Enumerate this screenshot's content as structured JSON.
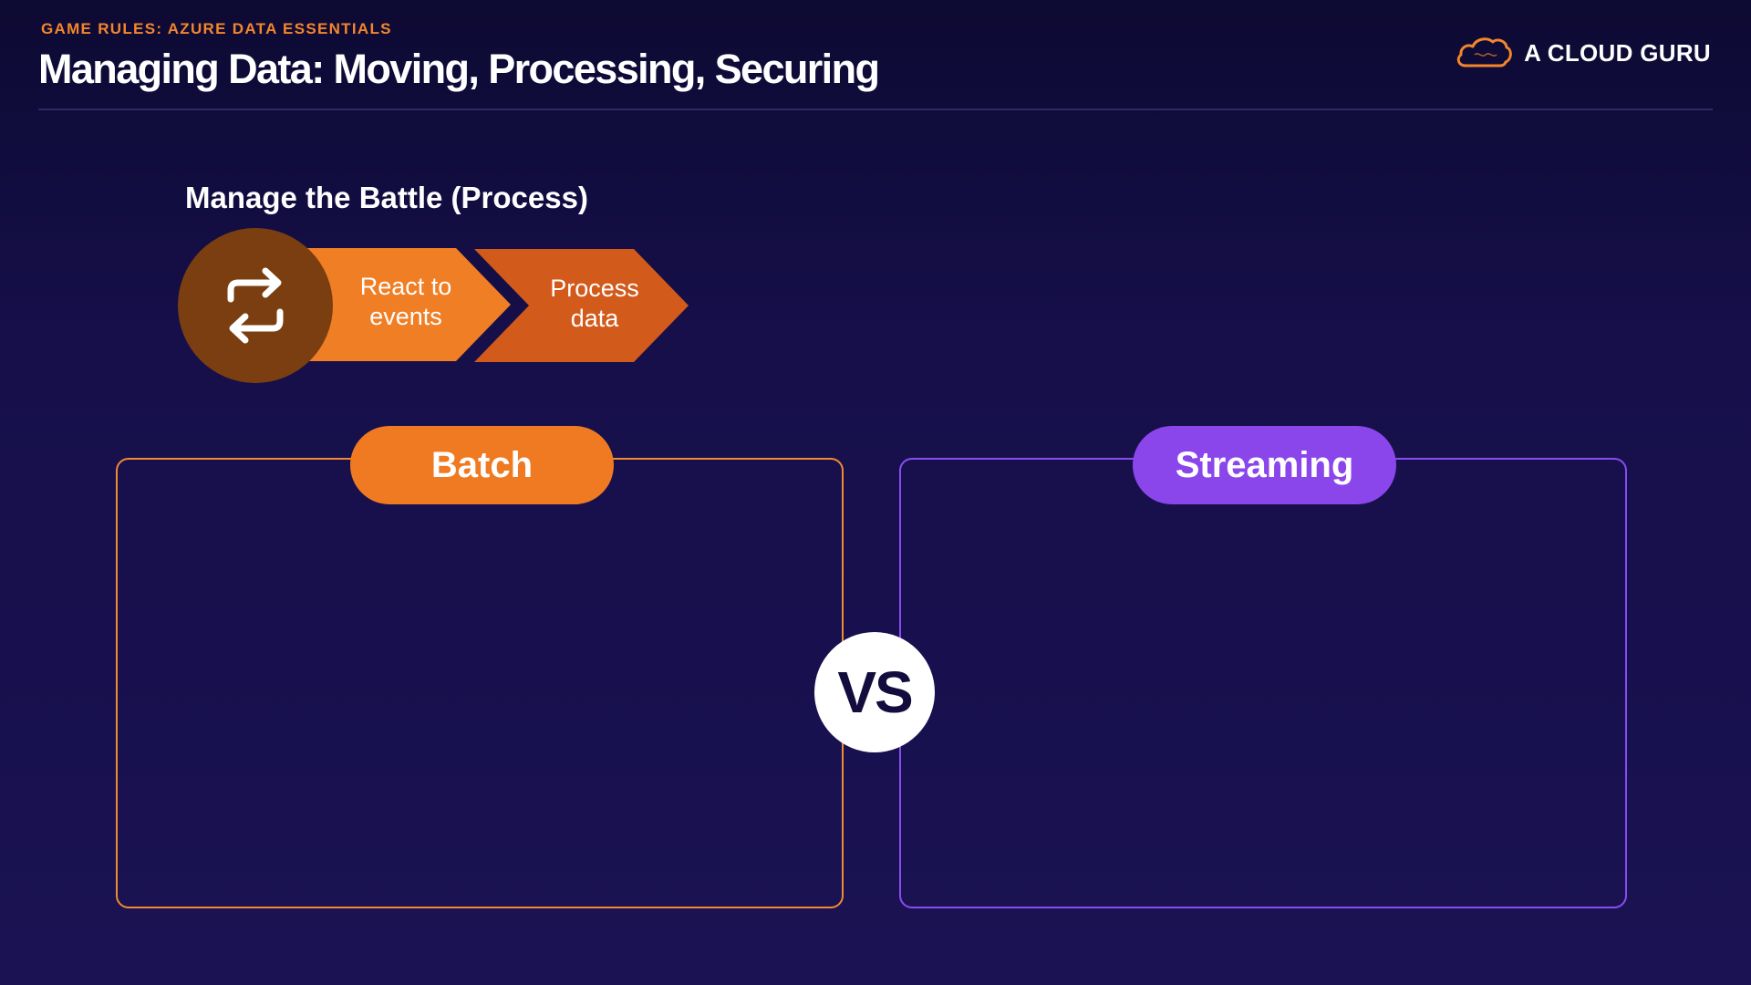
{
  "header": {
    "eyebrow": "GAME RULES: AZURE DATA ESSENTIALS",
    "title": "Managing Data: Moving, Processing, Securing",
    "brand_name": "A CLOUD GURU"
  },
  "process": {
    "heading": "Manage the Battle (Process)",
    "icon": "refresh-arrows-icon",
    "steps": [
      {
        "line1": "React to",
        "line2": "events"
      },
      {
        "line1": "Process",
        "line2": "data"
      }
    ]
  },
  "comparison": {
    "left_label": "Batch",
    "right_label": "Streaming",
    "vs_label": "VS"
  },
  "colors": {
    "background": "#160f4a",
    "accent_orange": "#ef7a22",
    "accent_dark_orange": "#d05c1a",
    "accent_brown": "#7a3e10",
    "accent_purple": "#8a46ea",
    "text_white": "#ffffff"
  }
}
